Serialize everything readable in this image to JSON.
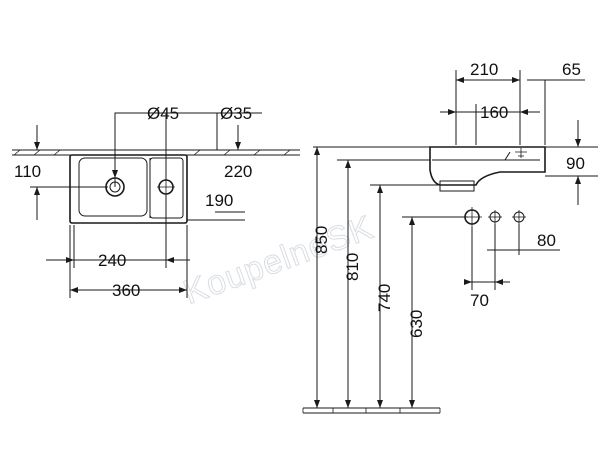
{
  "dims": {
    "d45": "Ø45",
    "d35": "Ø35",
    "d110": "110",
    "d220": "220",
    "d190": "190",
    "d240": "240",
    "d360": "360",
    "d210": "210",
    "d65": "65",
    "d160": "160",
    "d90": "90",
    "d850": "850",
    "d810": "810",
    "d740": "740",
    "d630": "630",
    "d80": "80",
    "d70": "70"
  },
  "watermark": "KoupelneSK"
}
